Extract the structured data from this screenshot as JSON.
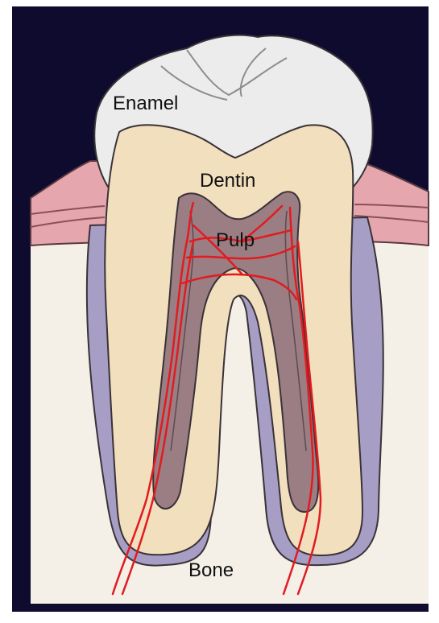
{
  "labels": {
    "enamel": "Enamel",
    "dentin": "Dentin",
    "pulp": "Pulp",
    "bone": "Bone"
  },
  "colors": {
    "background": "#0f0b2e",
    "bone": "#f4f0e8",
    "gum": "#e5a7ad",
    "periodontal_membrane": "#a79ec6",
    "dentin": "#f2dfbe",
    "enamel": "#ececec",
    "pulp": "#9a7e83",
    "vessels": "#e21b20",
    "outline": "#3a3237"
  },
  "icons": {
    "tooth": "tooth-cross-section-icon"
  }
}
